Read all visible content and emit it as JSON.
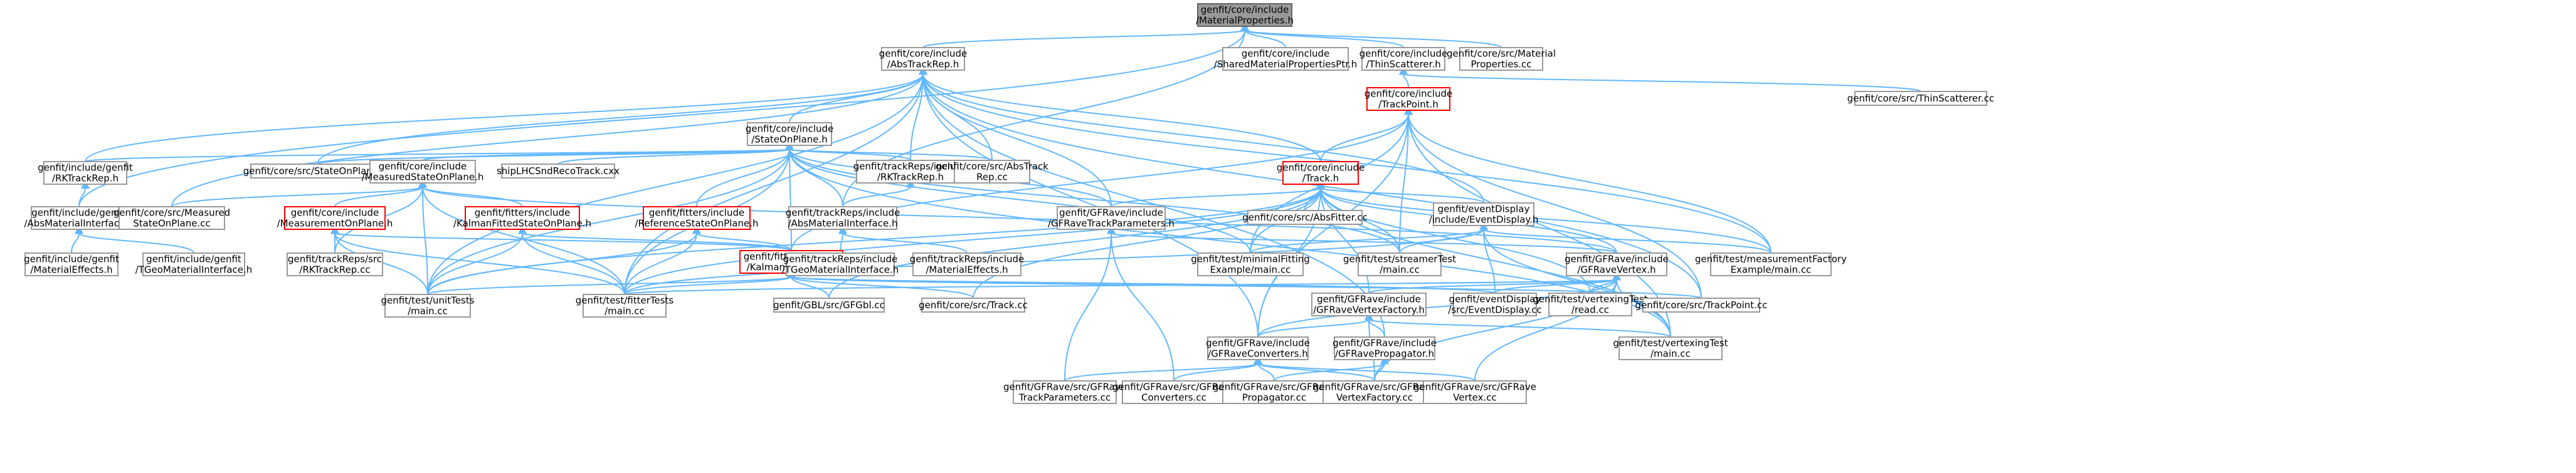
{
  "nodes": [
    {
      "id": "root",
      "lines": [
        "genfit/core/include",
        "/MaterialProperties.h"
      ],
      "style": "root"
    },
    {
      "id": "absrep",
      "lines": [
        "genfit/core/include",
        "/AbsTrackRep.h"
      ],
      "style": "normal"
    },
    {
      "id": "sharedmat",
      "lines": [
        "genfit/core/include",
        "/SharedMaterialPropertiesPtr.h"
      ],
      "style": "normal"
    },
    {
      "id": "thinscat",
      "lines": [
        "genfit/core/include",
        "/ThinScatterer.h"
      ],
      "style": "normal"
    },
    {
      "id": "matprops",
      "lines": [
        "genfit/core/src/Material",
        "Properties.cc"
      ],
      "style": "normal"
    },
    {
      "id": "thinscatcc",
      "lines": [
        "genfit/core/src/ThinScatterer.cc"
      ],
      "style": "normal"
    },
    {
      "id": "trackpoint",
      "lines": [
        "genfit/core/include",
        "/TrackPoint.h"
      ],
      "style": "red"
    },
    {
      "id": "stateonplane",
      "lines": [
        "genfit/core/include",
        "/StateOnPlane.h"
      ],
      "style": "normal"
    },
    {
      "id": "rkrep_genfit",
      "lines": [
        "genfit/include/genfit",
        "/RKTrackRep.h"
      ],
      "style": "normal"
    },
    {
      "id": "stateonplanecc",
      "lines": [
        "genfit/core/src/StateOnPlane.cc"
      ],
      "style": "normal"
    },
    {
      "id": "measuredsop",
      "lines": [
        "genfit/core/include",
        "/MeasuredStateOnPlane.h"
      ],
      "style": "normal"
    },
    {
      "id": "shiplhc",
      "lines": [
        "shipLHCSndRecoTrack.cxx"
      ],
      "style": "normal"
    },
    {
      "id": "rkrep_inc",
      "lines": [
        "genfit/trackReps/include",
        "/RKTrackRep.h"
      ],
      "style": "normal"
    },
    {
      "id": "absreprep",
      "lines": [
        "genfit/core/src/AbsTrack",
        "Rep.cc"
      ],
      "style": "normal"
    },
    {
      "id": "track",
      "lines": [
        "genfit/core/include",
        "/Track.h"
      ],
      "style": "red"
    },
    {
      "id": "absmatif_genfit",
      "lines": [
        "genfit/include/genfit",
        "/AbsMaterialInterface.h"
      ],
      "style": "normal"
    },
    {
      "id": "measuredsopcc",
      "lines": [
        "genfit/core/src/Measured",
        "StateOnPlane.cc"
      ],
      "style": "normal"
    },
    {
      "id": "measurementsop",
      "lines": [
        "genfit/core/include",
        "/MeasurementOnPlane.h"
      ],
      "style": "red"
    },
    {
      "id": "kfsop",
      "lines": [
        "genfit/fitters/include",
        "/KalmanFittedStateOnPlane.h"
      ],
      "style": "red"
    },
    {
      "id": "refsop",
      "lines": [
        "genfit/fitters/include",
        "/ReferenceStateOnPlane.h"
      ],
      "style": "red"
    },
    {
      "id": "absmatif_inc",
      "lines": [
        "genfit/trackReps/include",
        "/AbsMaterialInterface.h"
      ],
      "style": "normal"
    },
    {
      "id": "gfravetp",
      "lines": [
        "genfit/GFRave/include",
        "/GFRaveTrackParameters.h"
      ],
      "style": "normal"
    },
    {
      "id": "absfitter",
      "lines": [
        "genfit/core/src/AbsFitter.cc"
      ],
      "style": "normal"
    },
    {
      "id": "eventdisplay",
      "lines": [
        "genfit/eventDisplay",
        "/include/EventDisplay.h"
      ],
      "style": "normal"
    },
    {
      "id": "mateffects_genfit",
      "lines": [
        "genfit/include/genfit",
        "/MaterialEffects.h"
      ],
      "style": "normal"
    },
    {
      "id": "tgeomatif_genfit",
      "lines": [
        "genfit/include/genfit",
        "/TGeoMaterialInterface.h"
      ],
      "style": "normal"
    },
    {
      "id": "rktrackrepcc",
      "lines": [
        "genfit/trackReps/src",
        "/RKTrackRep.cc"
      ],
      "style": "normal"
    },
    {
      "id": "kfinfo",
      "lines": [
        "genfit/fitters/include",
        "/KalmanFitterInfo.h"
      ],
      "style": "red"
    },
    {
      "id": "tgeomatif_inc",
      "lines": [
        "genfit/trackReps/include",
        "/TGeoMaterialInterface.h"
      ],
      "style": "normal"
    },
    {
      "id": "mateffects_inc",
      "lines": [
        "genfit/trackReps/include",
        "/MaterialEffects.h"
      ],
      "style": "normal"
    },
    {
      "id": "minimalfit",
      "lines": [
        "genfit/test/minimalFitting",
        "Example/main.cc"
      ],
      "style": "normal"
    },
    {
      "id": "streamer",
      "lines": [
        "genfit/test/streamerTest",
        "/main.cc"
      ],
      "style": "normal"
    },
    {
      "id": "gfravevertex",
      "lines": [
        "genfit/GFRave/include",
        "/GFRaveVertex.h"
      ],
      "style": "normal"
    },
    {
      "id": "measfactory",
      "lines": [
        "genfit/test/measurementFactory",
        "Example/main.cc"
      ],
      "style": "normal"
    },
    {
      "id": "unittests",
      "lines": [
        "genfit/test/unitTests",
        "/main.cc"
      ],
      "style": "normal"
    },
    {
      "id": "fittertests",
      "lines": [
        "genfit/test/fitterTests",
        "/main.cc"
      ],
      "style": "normal"
    },
    {
      "id": "gfgbl",
      "lines": [
        "genfit/GBL/src/GFGbl.cc"
      ],
      "style": "normal"
    },
    {
      "id": "trackcc",
      "lines": [
        "genfit/core/src/Track.cc"
      ],
      "style": "normal"
    },
    {
      "id": "gfravevf",
      "lines": [
        "genfit/GFRave/include",
        "/GFRaveVertexFactory.h"
      ],
      "style": "normal"
    },
    {
      "id": "eventdisplaycc",
      "lines": [
        "genfit/eventDisplay",
        "/src/EventDisplay.cc"
      ],
      "style": "normal"
    },
    {
      "id": "vtxread",
      "lines": [
        "genfit/test/vertexingTest",
        "/read.cc"
      ],
      "style": "normal"
    },
    {
      "id": "trackpointcc",
      "lines": [
        "genfit/core/src/TrackPoint.cc"
      ],
      "style": "normal"
    },
    {
      "id": "gfraveconv",
      "lines": [
        "genfit/GFRave/include",
        "/GFRaveConverters.h"
      ],
      "style": "normal"
    },
    {
      "id": "gfraveprop",
      "lines": [
        "genfit/GFRave/include",
        "/GFRavePropagator.h"
      ],
      "style": "normal"
    },
    {
      "id": "vtxmain",
      "lines": [
        "genfit/test/vertexingTest",
        "/main.cc"
      ],
      "style": "normal"
    },
    {
      "id": "gfravetpcc",
      "lines": [
        "genfit/GFRave/src/GFRave",
        "TrackParameters.cc"
      ],
      "style": "normal"
    },
    {
      "id": "gfraveconvcc",
      "lines": [
        "genfit/GFRave/src/GFRave",
        "Converters.cc"
      ],
      "style": "normal"
    },
    {
      "id": "gfravepropcc",
      "lines": [
        "genfit/GFRave/src/GFRave",
        "Propagator.cc"
      ],
      "style": "normal"
    },
    {
      "id": "gfravevfcc",
      "lines": [
        "genfit/GFRave/src/GFRave",
        "VertexFactory.cc"
      ],
      "style": "normal"
    },
    {
      "id": "gfravevertexcc",
      "lines": [
        "genfit/GFRave/src/GFRave",
        "Vertex.cc"
      ],
      "style": "normal"
    }
  ],
  "edges": [
    [
      "root",
      "absrep"
    ],
    [
      "root",
      "sharedmat"
    ],
    [
      "root",
      "thinscat"
    ],
    [
      "root",
      "matprops"
    ],
    [
      "root",
      "absmatif_genfit"
    ],
    [
      "root",
      "absmatif_inc"
    ],
    [
      "thinscat",
      "thinscatcc"
    ],
    [
      "thinscat",
      "trackpoint"
    ],
    [
      "absrep",
      "stateonplane"
    ],
    [
      "absrep",
      "rkrep_genfit"
    ],
    [
      "absrep",
      "rkrep_inc"
    ],
    [
      "absrep",
      "absreprep"
    ],
    [
      "absrep",
      "track"
    ],
    [
      "absrep",
      "measuredsopcc"
    ],
    [
      "absrep",
      "stateonplanecc"
    ],
    [
      "absrep",
      "gfravetp"
    ],
    [
      "absrep",
      "gfraveconv"
    ],
    [
      "absrep",
      "gfraveprop"
    ],
    [
      "absrep",
      "trackpointcc"
    ],
    [
      "absrep",
      "unittests"
    ],
    [
      "absrep",
      "fittertests"
    ],
    [
      "absrep",
      "measfactory"
    ],
    [
      "absrep",
      "eventdisplay"
    ],
    [
      "stateonplane",
      "measuredsop"
    ],
    [
      "stateonplane",
      "stateonplanecc"
    ],
    [
      "stateonplane",
      "shiplhc"
    ],
    [
      "stateonplane",
      "rkrep_inc"
    ],
    [
      "stateonplane",
      "absreprep"
    ],
    [
      "stateonplane",
      "refsop"
    ],
    [
      "stateonplane",
      "kfinfo"
    ],
    [
      "stateonplane",
      "absmatif_inc"
    ],
    [
      "stateonplane",
      "rkrep_genfit"
    ],
    [
      "stateonplane",
      "gfravetp"
    ],
    [
      "stateonplane",
      "minimalfit"
    ],
    [
      "stateonplane",
      "streamer"
    ],
    [
      "stateonplane",
      "vtxmain"
    ],
    [
      "stateonplane",
      "unittests"
    ],
    [
      "stateonplane",
      "fittertests"
    ],
    [
      "rkrep_genfit",
      "absmatif_genfit"
    ],
    [
      "absmatif_genfit",
      "mateffects_genfit"
    ],
    [
      "absmatif_genfit",
      "tgeomatif_genfit"
    ],
    [
      "measuredsop",
      "measuredsopcc"
    ],
    [
      "measuredsop",
      "measurementsop"
    ],
    [
      "measuredsop",
      "kfsop"
    ],
    [
      "measuredsop",
      "rktrackrepcc"
    ],
    [
      "measuredsop",
      "unittests"
    ],
    [
      "measuredsop",
      "fittertests"
    ],
    [
      "measuredsop",
      "gfravevertex"
    ],
    [
      "measurementsop",
      "rktrackrepcc"
    ],
    [
      "measurementsop",
      "kfinfo"
    ],
    [
      "measurementsop",
      "unittests"
    ],
    [
      "measurementsop",
      "fittertests"
    ],
    [
      "kfsop",
      "kfinfo"
    ],
    [
      "kfsop",
      "unittests"
    ],
    [
      "kfsop",
      "fittertests"
    ],
    [
      "refsop",
      "kfinfo"
    ],
    [
      "refsop",
      "unittests"
    ],
    [
      "refsop",
      "fittertests"
    ],
    [
      "rkrep_inc",
      "absmatif_inc"
    ],
    [
      "absmatif_inc",
      "tgeomatif_inc"
    ],
    [
      "absmatif_inc",
      "mateffects_inc"
    ],
    [
      "kfinfo",
      "unittests"
    ],
    [
      "kfinfo",
      "fittertests"
    ],
    [
      "kfinfo",
      "gfgbl"
    ],
    [
      "kfinfo",
      "trackcc"
    ],
    [
      "kfinfo",
      "eventdisplaycc"
    ],
    [
      "kfinfo",
      "trackpointcc"
    ],
    [
      "trackpoint",
      "track"
    ],
    [
      "trackpoint",
      "kfinfo"
    ],
    [
      "trackpoint",
      "minimalfit"
    ],
    [
      "trackpoint",
      "streamer"
    ],
    [
      "trackpoint",
      "measfactory"
    ],
    [
      "trackpoint",
      "trackpointcc"
    ],
    [
      "trackpoint",
      "vtxmain"
    ],
    [
      "trackpoint",
      "gfraveconv"
    ],
    [
      "track",
      "gfravetp"
    ],
    [
      "track",
      "absfitter"
    ],
    [
      "track",
      "eventdisplay"
    ],
    [
      "track",
      "minimalfit"
    ],
    [
      "track",
      "streamer"
    ],
    [
      "track",
      "gfravevertex"
    ],
    [
      "track",
      "measfactory"
    ],
    [
      "track",
      "unittests"
    ],
    [
      "track",
      "fittertests"
    ],
    [
      "track",
      "gfgbl"
    ],
    [
      "track",
      "trackcc"
    ],
    [
      "track",
      "vtxread"
    ],
    [
      "track",
      "vtxmain"
    ],
    [
      "track",
      "gfravevf"
    ],
    [
      "track",
      "gfraveconv"
    ],
    [
      "gfravetp",
      "gfravevertex"
    ],
    [
      "gfravetp",
      "gfravetpcc"
    ],
    [
      "gfravetp",
      "gfraveconvcc"
    ],
    [
      "eventdisplay",
      "minimalfit"
    ],
    [
      "eventdisplay",
      "streamer"
    ],
    [
      "eventdisplay",
      "eventdisplaycc"
    ],
    [
      "eventdisplay",
      "fittertests"
    ],
    [
      "eventdisplay",
      "measfactory"
    ],
    [
      "eventdisplay",
      "vtxmain"
    ],
    [
      "gfravevertex",
      "gfravevf"
    ],
    [
      "gfravevertex",
      "gfraveconv"
    ],
    [
      "gfravevertex",
      "eventdisplaycc"
    ],
    [
      "gfravevertex",
      "vtxread"
    ],
    [
      "gfravevertex",
      "vtxmain"
    ],
    [
      "gfravevertex",
      "gfravevfcc"
    ],
    [
      "gfravevertex",
      "gfravevertexcc"
    ],
    [
      "gfravevertex",
      "fittertests"
    ],
    [
      "gfravevf",
      "gfraveconv"
    ],
    [
      "gfravevf",
      "gfraveprop"
    ],
    [
      "gfravevf",
      "vtxmain"
    ],
    [
      "gfravevf",
      "gfravevfcc"
    ],
    [
      "gfraveconv",
      "gfravetpcc"
    ],
    [
      "gfraveconv",
      "gfraveconvcc"
    ],
    [
      "gfraveconv",
      "gfravepropcc"
    ],
    [
      "gfraveconv",
      "gfravevfcc"
    ],
    [
      "gfraveconv",
      "gfravevertexcc"
    ],
    [
      "gfraveprop",
      "gfravepropcc"
    ],
    [
      "gfraveprop",
      "gfravevfcc"
    ]
  ]
}
